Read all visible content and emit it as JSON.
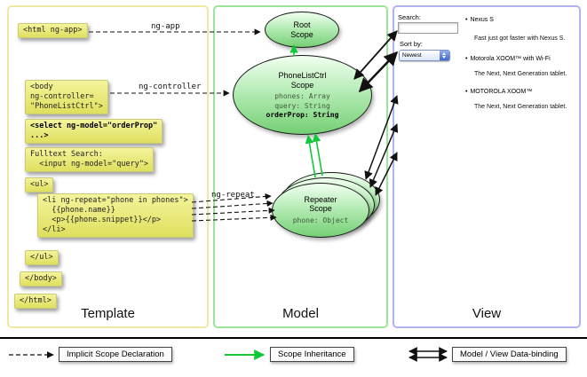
{
  "columns": {
    "template": "Template",
    "model": "Model",
    "view": "View"
  },
  "labels": {
    "ng_app": "ng-app",
    "ng_controller": "ng-controller",
    "ng_repeat": "ng-repeat"
  },
  "template": {
    "html_open": "<html ng-app>",
    "body_open": "<body\nng-controller=\n\"PhoneListCtrl\">",
    "select": "<select ng-model=\"orderProp\"\n...>",
    "fulltext": "Fulltext Search:\n  <input ng-model=\"query\">",
    "ul_open": "<ul>",
    "li_repeat": "<li ng-repeat=\"phone in phones\">\n  {{phone.name}}\n  <p>{{phone.snippet}}</p>\n</li>",
    "ul_close": "</ul>",
    "body_close": "</body>",
    "html_close": "</html>"
  },
  "model": {
    "root_title": "Root\nScope",
    "phonelist_title": "PhoneListCtrl\nScope",
    "phonelist_props": "phones: Array\nquery: String",
    "phonelist_bold_prop": "orderProp: String",
    "repeater_title": "Repeater\nScope",
    "repeater_prop": "phone: Object"
  },
  "view": {
    "search_label": "Search:",
    "search_value": "",
    "sort_label": "Sort by:",
    "sort_value": "Newest",
    "bullet": "•",
    "phones": [
      {
        "name": "Nexus S",
        "snippet": "Fast just got faster with Nexus S."
      },
      {
        "name": "Motorola XOOM™ with Wi-Fi",
        "snippet": "The Next, Next Generation tablet."
      },
      {
        "name": "MOTOROLA XOOM™",
        "snippet": "The Next, Next Generation tablet."
      }
    ]
  },
  "legend": {
    "implicit": "Implicit Scope Declaration",
    "inheritance": "Scope Inheritance",
    "binding": "Model / View Data-binding"
  },
  "colors": {
    "template_border": "#eee9a2",
    "model_border": "#9be49b",
    "view_border": "#b2b2ec",
    "code_bg_top": "#f4f49c",
    "code_bg_bottom": "#dfdf5e",
    "scope_fill_top": "#f0fff0",
    "scope_fill_bottom": "#74cf74",
    "inheritance_green": "#10c838"
  }
}
